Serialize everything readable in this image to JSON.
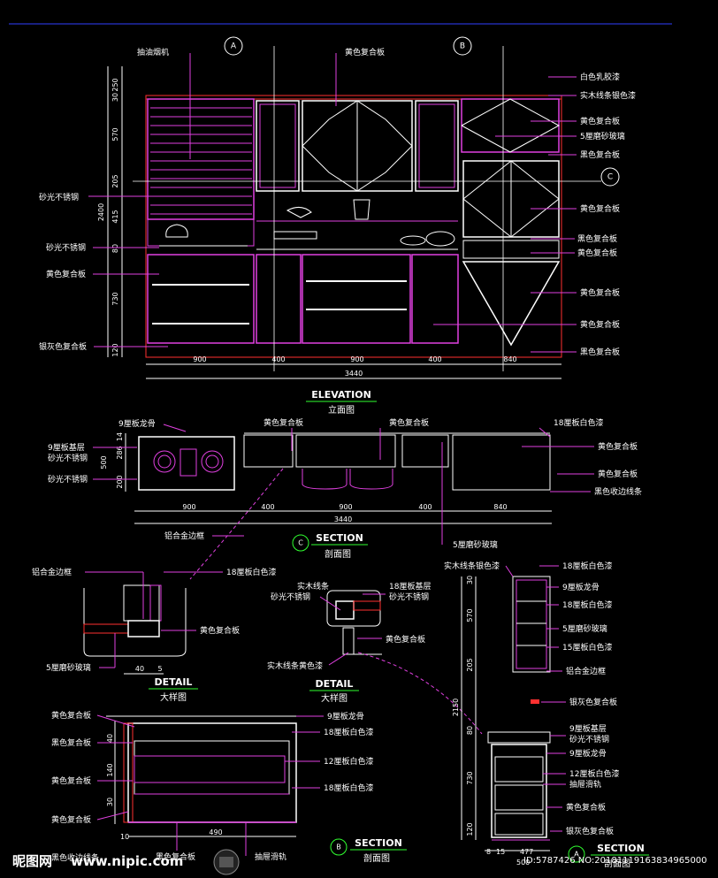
{
  "elevation": {
    "title": "ELEVATION",
    "subtitle": "立面图",
    "markers": [
      "A",
      "B",
      "C"
    ],
    "labels_left": [
      "抽油烟机",
      "砂光不锈钢",
      "砂光不锈钢",
      "黄色复合板",
      "银灰色复合板"
    ],
    "label_top_mid": "黄色复合板",
    "labels_right": [
      "白色乳胶漆",
      "实木线条银色漆",
      "黄色复合板",
      "5厘磨砂玻璃",
      "黑色复合板",
      "黄色复合板",
      "黑色复合板",
      "黄色复合板",
      "黄色复合板",
      "黄色复合板",
      "黑色复合板"
    ],
    "dims_vertical": [
      "250",
      "30",
      "570",
      "205",
      "415",
      "80",
      "730",
      "120"
    ],
    "dim_total_height": "2400",
    "dims_horizontal": [
      "900",
      "400",
      "900",
      "400",
      "840"
    ],
    "dim_total_width": "3440"
  },
  "section_c": {
    "marker": "C",
    "title": "SECTION",
    "subtitle": "剖面图",
    "labels": [
      "9厘板龙骨",
      "9厘板基层",
      "砂光不锈钢",
      "砂光不锈钢",
      "黄色复合板",
      "黄色复合板",
      "18厘板白色漆",
      "黄色复合板",
      "黄色复合板",
      "黑色收边线条",
      "铝合金边框",
      "5厘磨砂玻璃"
    ],
    "dims_vertical": [
      "14",
      "286",
      "200"
    ],
    "dim_total_depth": "500",
    "dims_horizontal": [
      "900",
      "400",
      "900",
      "400",
      "840"
    ],
    "dim_total_width": "3440"
  },
  "detail_1": {
    "title": "DETAIL",
    "subtitle": "大样图",
    "labels": [
      "铝合金边框",
      "18厘板白色漆",
      "黄色复合板",
      "5厘磨砂玻璃"
    ],
    "dims": [
      "40",
      "5"
    ]
  },
  "detail_2": {
    "title": "DETAIL",
    "subtitle": "大样图",
    "labels": [
      "实木线条",
      "砂光不锈钢",
      "18厘板基层",
      "砂光不锈钢",
      "黄色复合板",
      "实木线条黄色漆"
    ]
  },
  "section_b": {
    "marker": "B",
    "title": "SECTION",
    "subtitle": "剖面图",
    "labels_left": [
      "黄色复合板",
      "黑色复合板",
      "黄色复合板",
      "黄色复合板",
      "黑色收边线条"
    ],
    "labels_right": [
      "9厘板龙骨",
      "18厘板白色漆",
      "12厘板白色漆",
      "18厘板白色漆",
      "抽屉滑轨"
    ],
    "label_bottom": "黑色复合板",
    "dims_vertical": [
      "40",
      "140",
      "30",
      "10"
    ],
    "dim_horizontal": "490"
  },
  "section_a": {
    "marker": "A",
    "title": "SECTION",
    "subtitle": "剖面图",
    "labels": [
      "实木线条银色漆",
      "18厘板白色漆",
      "9厘板龙骨",
      "18厘板白色漆",
      "5厘磨砂玻璃",
      "15厘板白色漆",
      "铝合金边框",
      "银灰色复合板",
      "9厘板基层",
      "砂光不锈钢",
      "9厘板龙骨",
      "12厘板白色漆",
      "抽屉滑轨",
      "黄色复合板",
      "银灰色复合板"
    ],
    "dims_vertical": [
      "30",
      "570",
      "205",
      "80",
      "730",
      "120"
    ],
    "dim_total_height": "2150",
    "dims_horizontal": [
      "8",
      "15",
      "477",
      "500"
    ]
  },
  "watermark": {
    "logo": "昵图网",
    "url": "www.nipic.com",
    "id": "ID:5787426 NO:20181119163834965000"
  }
}
